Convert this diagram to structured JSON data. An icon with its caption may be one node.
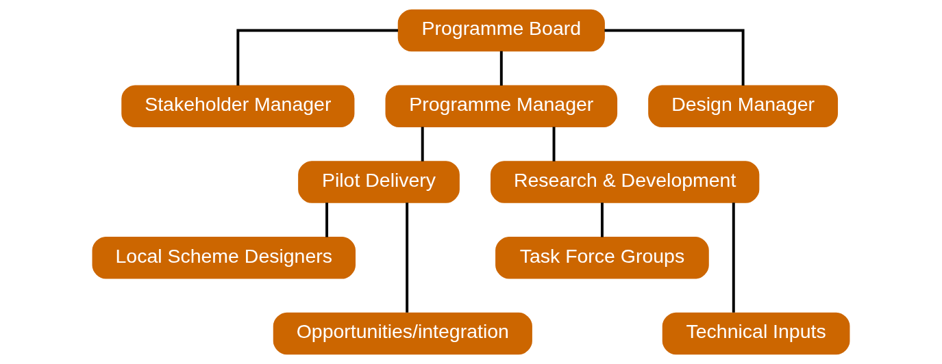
{
  "diagram": {
    "nodes": [
      {
        "text": [
          "Programme Board"
        ]
      },
      {
        "text": [
          "Stakeholder Manager"
        ]
      },
      {
        "text": [
          "Programme Manager"
        ]
      },
      {
        "text": [
          "Design Manager"
        ]
      },
      {
        "text": [
          "Pilot Delivery"
        ]
      },
      {
        "text": [
          "Research & Development"
        ]
      },
      {
        "text": [
          "Local Scheme Designers"
        ]
      },
      {
        "text": [
          "Opportunities/integration"
        ]
      },
      {
        "text": [
          "Task Force Groups"
        ]
      },
      {
        "text": [
          "Technical Inputs"
        ]
      }
    ],
    "edges": [
      {
        "from": 0,
        "to": 1,
        "arrow": "none"
      },
      {
        "from": 0,
        "to": 2,
        "arrow": "none"
      },
      {
        "from": 0,
        "to": 3,
        "arrow": "none"
      },
      {
        "from": 2,
        "to": 4,
        "arrow": "none"
      },
      {
        "from": 2,
        "to": 5,
        "arrow": "none"
      },
      {
        "from": 4,
        "to": 6,
        "arrow": "none"
      },
      {
        "from": 4,
        "to": 7,
        "arrow": "none"
      },
      {
        "from": 5,
        "to": 8,
        "arrow": "none"
      },
      {
        "from": 5,
        "to": 9,
        "arrow": "none"
      }
    ]
  }
}
